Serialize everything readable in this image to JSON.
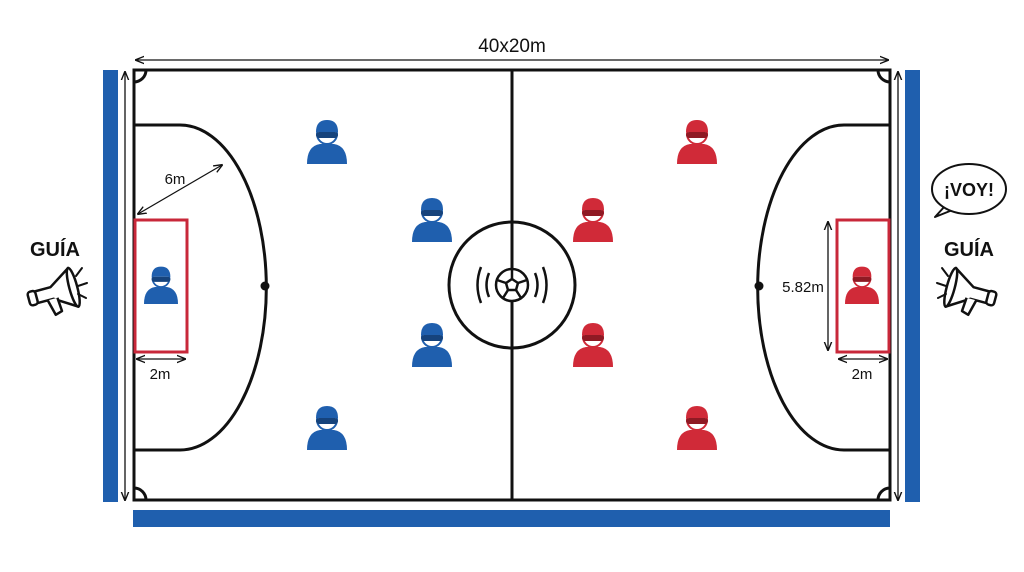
{
  "title": "40x20m",
  "dimensions": {
    "area_radius": "6m",
    "box_width_left": "2m",
    "box_width_right": "2m",
    "box_length": "5.82m"
  },
  "guides": {
    "left_label": "GUÍA",
    "right_label": "GUÍA",
    "speech": "¡VOY!"
  },
  "colors": {
    "blue_team": "#1f5fae",
    "red_team": "#d02a38",
    "sideboard": "#1f5fae",
    "goal_box": "#c8283a"
  },
  "teams": [
    {
      "name": "blue",
      "players": 5,
      "goalkeeper": true
    },
    {
      "name": "red",
      "players": 5,
      "goalkeeper": true
    }
  ]
}
